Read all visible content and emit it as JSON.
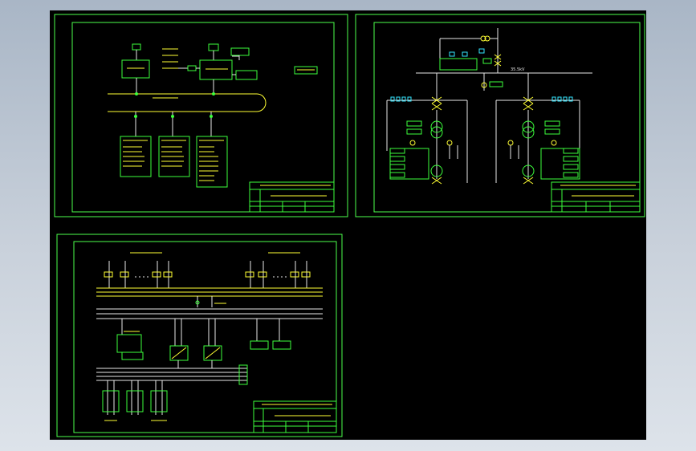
{
  "sheets": [
    {
      "id": "sheet-1",
      "title_block": {
        "company": "",
        "drawing_title": ""
      },
      "labels": {
        "bus_label": "",
        "right_note": ""
      }
    },
    {
      "id": "sheet-2",
      "title_block": {
        "company": "",
        "drawing_title": ""
      },
      "labels": {
        "bus_voltage": "35.5kV"
      }
    },
    {
      "id": "sheet-3",
      "title_block": {
        "company": "",
        "drawing_title": ""
      },
      "labels": {
        "left_group": "",
        "right_group": ""
      }
    }
  ],
  "colors": {
    "background": "#000000",
    "line": "#3cff3c",
    "accent": "#ffff33",
    "white": "#e8e8e8",
    "cyan": "#33e6ff"
  }
}
